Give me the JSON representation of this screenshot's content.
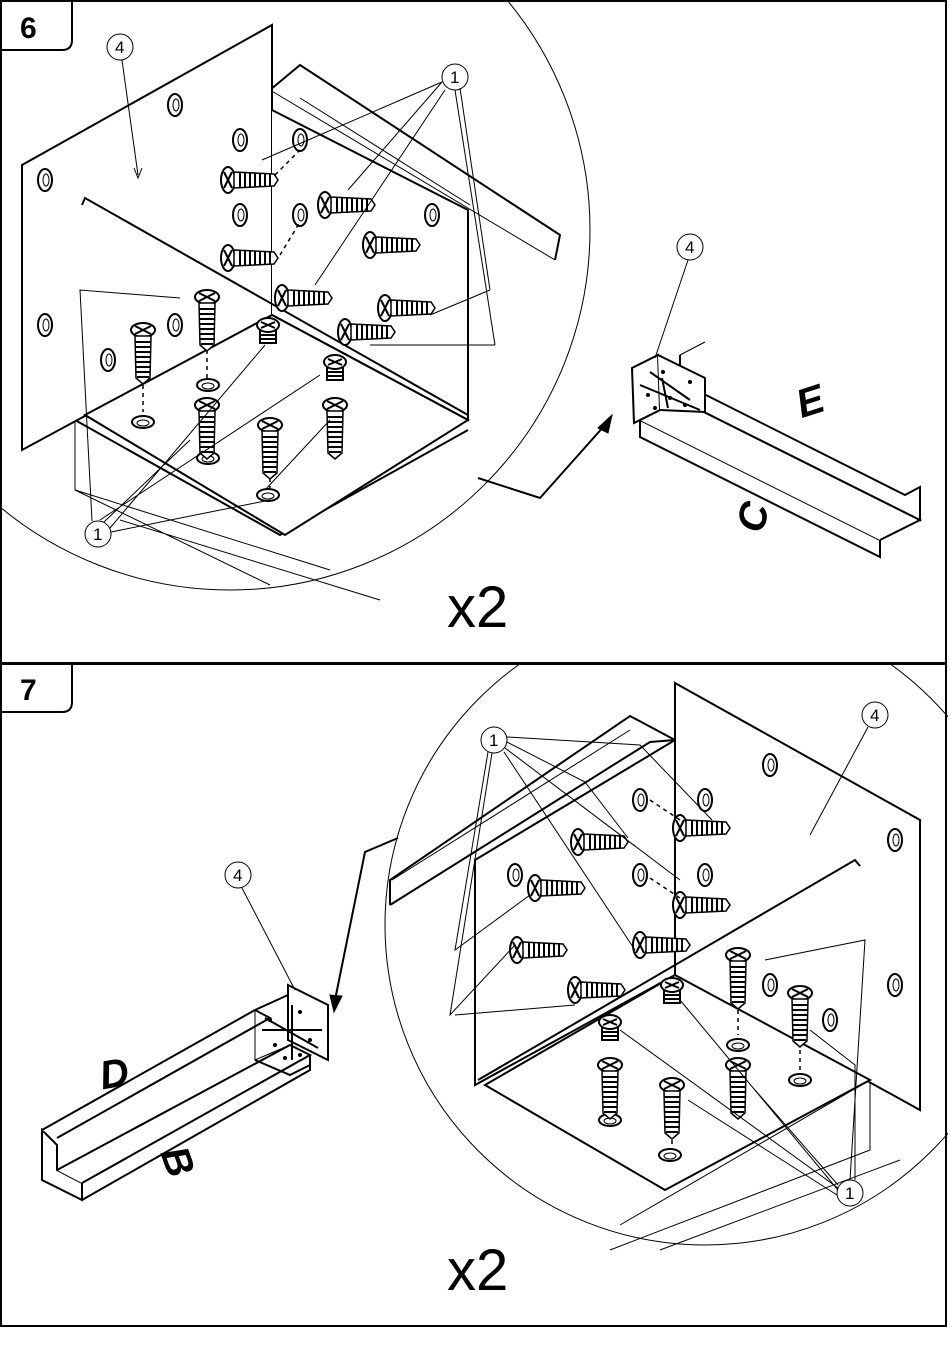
{
  "steps": [
    {
      "number": "6",
      "multiplier": "x2",
      "callouts": {
        "plate": "4",
        "screw": "1",
        "small_plate": "4"
      },
      "part_labels": {
        "long_side": "E",
        "short_side": "C"
      }
    },
    {
      "number": "7",
      "multiplier": "x2",
      "callouts": {
        "plate": "4",
        "screw": "1",
        "small_plate": "4"
      },
      "part_labels": {
        "long_side": "D",
        "short_side": "B"
      }
    }
  ]
}
